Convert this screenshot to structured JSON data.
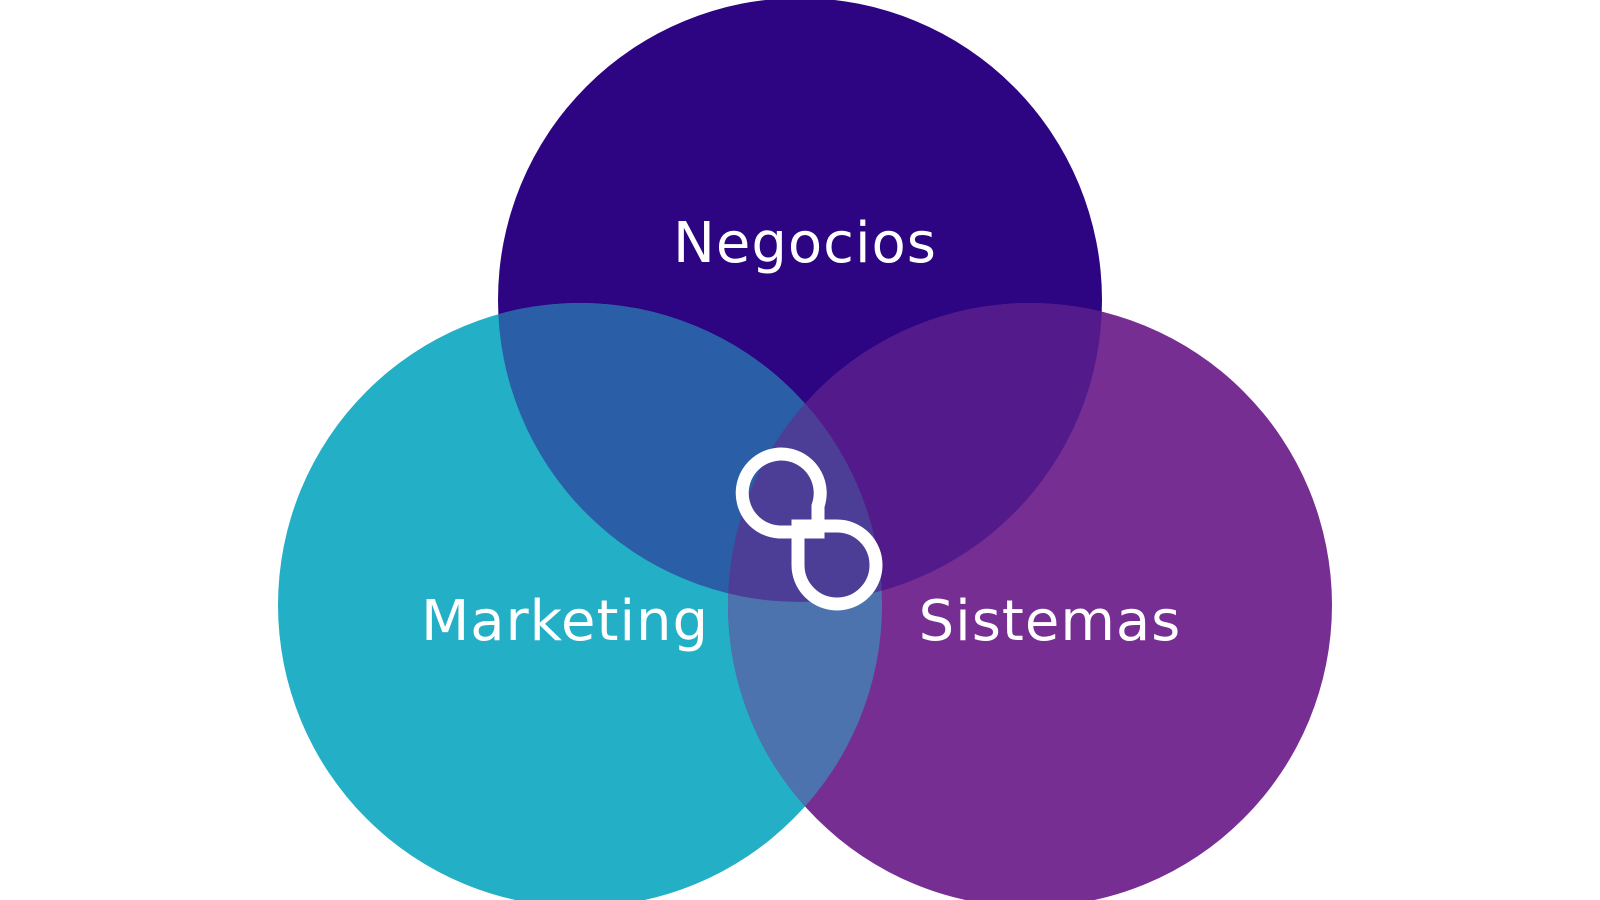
{
  "diagram": {
    "type": "venn",
    "sets": [
      {
        "key": "top",
        "label": "Negocios",
        "color": "#2d0482"
      },
      {
        "key": "left",
        "label": "Marketing",
        "color": "#23afc6"
      },
      {
        "key": "right",
        "label": "Sistemas",
        "color": "#772e93"
      }
    ],
    "overlaps": {
      "top_left": "#2a5ea6",
      "top_right": "#521a8a",
      "left_right": "#4c73ae",
      "center": "#4c3e96"
    },
    "center_icon": {
      "name": "linked-rings-logo-icon",
      "color": "#ffffff"
    }
  }
}
